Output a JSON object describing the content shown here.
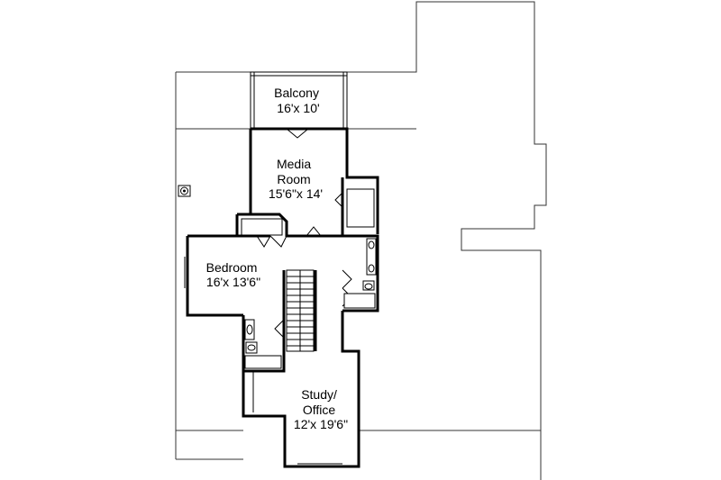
{
  "plan": {
    "rooms": [
      {
        "key": "balcony",
        "lines": [
          "Balcony",
          "16'x 10'"
        ]
      },
      {
        "key": "media",
        "lines": [
          "Media",
          "Room",
          "15'6\"x 14'"
        ]
      },
      {
        "key": "bedroom",
        "lines": [
          "Bedroom",
          "16'x 13'6\""
        ]
      },
      {
        "key": "study",
        "lines": [
          "Study/",
          "Office",
          "12'x 19'6\""
        ]
      }
    ]
  }
}
